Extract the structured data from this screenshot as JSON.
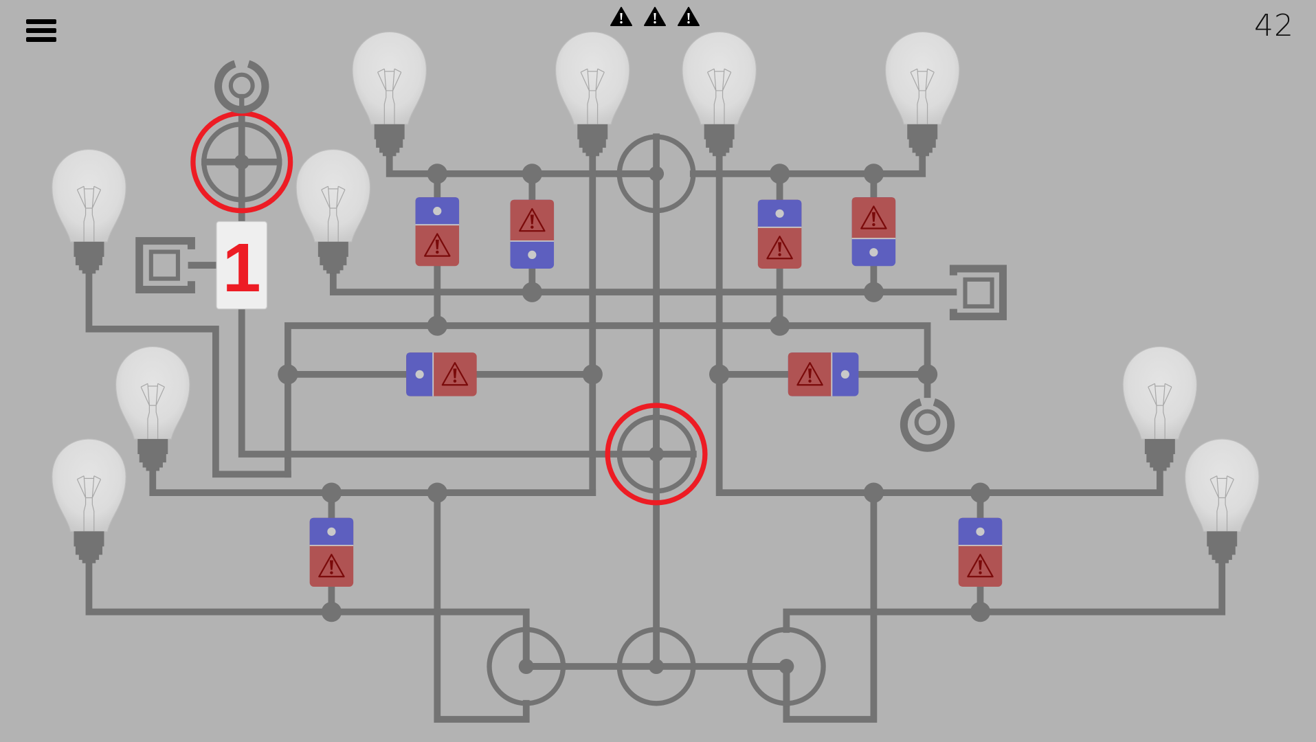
{
  "app": {
    "menu_icon": "hamburger-menu-icon",
    "level_number": "42",
    "warnings": {
      "icon": "warning-triangle-icon",
      "count": 3
    }
  },
  "colors": {
    "background": "#b3b3b3",
    "wire": "#737373",
    "selection_ring": "#ed1c24",
    "battery_positive": "#5d5fbf",
    "battery_negative": "#b05353",
    "warning_mark": "#7a0a0a",
    "counter_text": "#ed1c24",
    "bulb_glass": "#dcdcdc"
  },
  "bulbs": [
    {
      "id": "bulb-1",
      "state": "off"
    },
    {
      "id": "bulb-2",
      "state": "off"
    },
    {
      "id": "bulb-3",
      "state": "off"
    },
    {
      "id": "bulb-4",
      "state": "off"
    },
    {
      "id": "bulb-5",
      "state": "off"
    },
    {
      "id": "bulb-6",
      "state": "off"
    },
    {
      "id": "bulb-7",
      "state": "off"
    },
    {
      "id": "bulb-8",
      "state": "off"
    },
    {
      "id": "bulb-9",
      "state": "off"
    },
    {
      "id": "bulb-10",
      "state": "off"
    },
    {
      "id": "bulb-11",
      "state": "off"
    },
    {
      "id": "bulb-12",
      "state": "off"
    }
  ],
  "batteries": [
    {
      "id": "battery-1",
      "orientation": "positive-top",
      "warning": true
    },
    {
      "id": "battery-2",
      "orientation": "negative-top",
      "warning": true
    },
    {
      "id": "battery-3",
      "orientation": "positive-top",
      "warning": true
    },
    {
      "id": "battery-4",
      "orientation": "negative-top",
      "warning": true
    },
    {
      "id": "battery-5",
      "orientation": "positive-left",
      "warning": true
    },
    {
      "id": "battery-6",
      "orientation": "negative-left",
      "warning": true
    },
    {
      "id": "battery-7",
      "orientation": "positive-top",
      "warning": true
    },
    {
      "id": "battery-8",
      "orientation": "positive-top",
      "warning": true
    }
  ],
  "rotary_switches": [
    {
      "id": "switch-top-left",
      "selected": true
    },
    {
      "id": "switch-top-center",
      "selected": false
    },
    {
      "id": "switch-center",
      "selected": true
    },
    {
      "id": "switch-bottom-left",
      "selected": false
    },
    {
      "id": "switch-bottom-center",
      "selected": false
    },
    {
      "id": "switch-bottom-right",
      "selected": false
    }
  ],
  "counter_block": {
    "value": "1"
  },
  "terminals": [
    {
      "id": "square-terminal-left",
      "type": "square"
    },
    {
      "id": "square-terminal-right",
      "type": "square"
    },
    {
      "id": "round-terminal-top",
      "type": "round"
    },
    {
      "id": "round-terminal-right",
      "type": "round"
    }
  ]
}
